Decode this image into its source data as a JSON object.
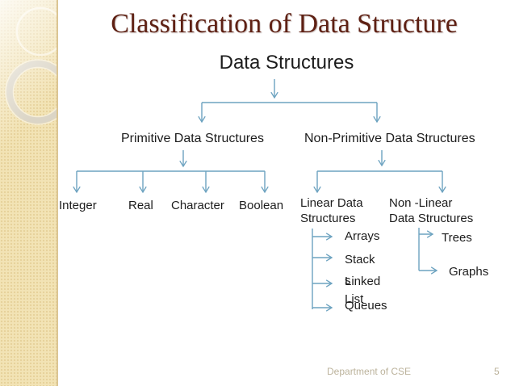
{
  "title": "Classification of Data Structure",
  "tree": {
    "root": "Data Structures",
    "primitive": {
      "label": "Primitive Data Structures",
      "children": [
        "Integer",
        "Real",
        "Character",
        "Boolean"
      ]
    },
    "non_primitive": {
      "label": "Non-Primitive Data Structures",
      "linear": {
        "label": "Linear Data\nStructures",
        "children": [
          "Arrays",
          "Stack\ns",
          "Linked\nList",
          "Queues"
        ]
      },
      "non_linear": {
        "label": "Non -Linear\nData Structures",
        "children": [
          "Trees",
          "Graphs"
        ]
      }
    }
  },
  "footer": {
    "text": "Department of CSE",
    "page_number": "5"
  },
  "colors": {
    "title_text": "#5e2013",
    "connector_line": "#6da3c0",
    "body_text": "#1c1c1c",
    "sidebar_fill": "#f2e3b5",
    "sidebar_edge": "#dbc593",
    "footer_text": "#bcb39c",
    "slide_background": "#ffffff"
  }
}
